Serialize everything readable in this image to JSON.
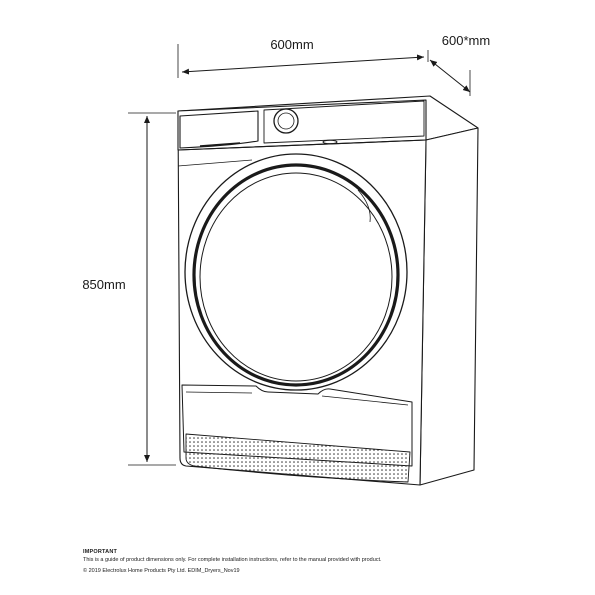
{
  "dimensions": {
    "width": "600mm",
    "depth": "600*mm",
    "height": "850mm"
  },
  "footer": {
    "heading": "IMPORTANT",
    "note": "This is a guide of product dimensions only. For complete installation instructions, refer to the manual provided with product.",
    "copyright": "© 2019 Electrolux Home Products Pty Ltd. EDIM_Dryers_Nov19"
  }
}
